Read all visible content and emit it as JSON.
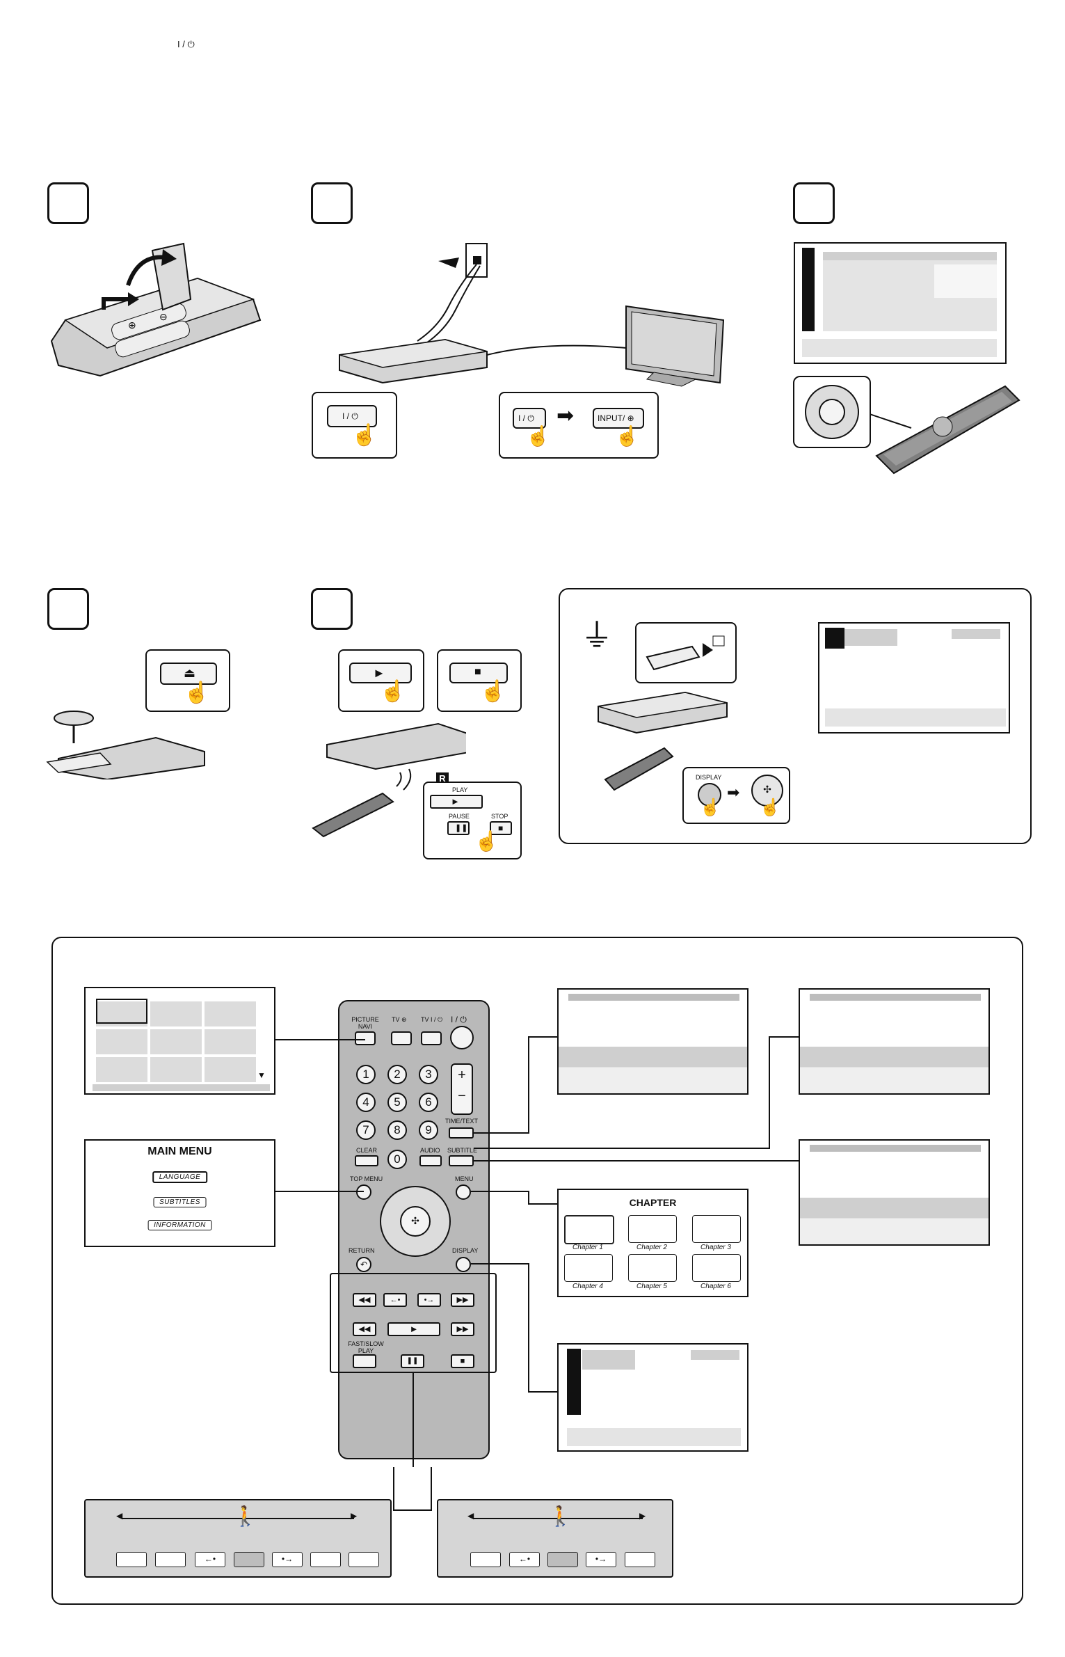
{
  "header": {
    "power_symbol": "I / ⏻"
  },
  "step2": {
    "power_button": "I / ⏻",
    "input_button": "INPUT/ ⊕"
  },
  "step4": {
    "eject_symbol": "⏏"
  },
  "step5": {
    "play_label": "PLAY",
    "pause_label": "PAUSE",
    "stop_label": "STOP",
    "remote_sensor": "R"
  },
  "usb_panel": {
    "display_label": "DISPLAY"
  },
  "main_menu": {
    "title": "MAIN MENU",
    "items": [
      "LANGUAGE",
      "SUBTITLES",
      "INFORMATION"
    ]
  },
  "chapter_menu": {
    "title": "CHAPTER",
    "chapters": [
      "Chapter 1",
      "Chapter 2",
      "Chapter 3",
      "Chapter 4",
      "Chapter 5",
      "Chapter 6"
    ]
  },
  "remote": {
    "picture_navi": "PICTURE NAVI",
    "tv_input": "TV ⊕",
    "tv_power": "TV I / ⏻",
    "power": "I / ⏻",
    "digits": [
      "1",
      "2",
      "3",
      "4",
      "5",
      "6",
      "7",
      "8",
      "9",
      "0"
    ],
    "time_text": "TIME/TEXT",
    "clear": "CLEAR",
    "audio": "AUDIO",
    "subtitle": "SUBTITLE",
    "top_menu": "TOP MENU",
    "menu": "MENU",
    "return": "RETURN",
    "display": "DISPLAY",
    "fast_slow_play": "FAST/SLOW PLAY"
  },
  "colors": {
    "ink": "#111111",
    "remote_body": "#b9b9b9",
    "panel_gray": "#d6d6d6"
  }
}
